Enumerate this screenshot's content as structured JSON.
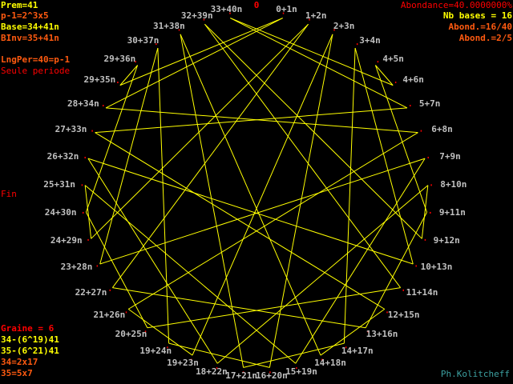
{
  "info_left": {
    "prem": "Prem=41",
    "p_minus_1": "p-1=2^3x5",
    "base": "Base=34+41n",
    "binv": "BInv=35+41n",
    "lngper": "LngPer=40=p-1",
    "seule": "Seule periode",
    "fin": "Fin"
  },
  "info_right": {
    "abondance": "Abondance=40.0000000%",
    "nb_bases": "Nb bases = 16",
    "abond_frac": "Abond.=16/40",
    "abond_reduced": "Abond.=2/5"
  },
  "info_bottom": {
    "graine": "Graine = 6",
    "eq1": "34-(6^19)41",
    "eq2": "35-(6^21)41",
    "f1": "34=2x17",
    "f2": "35=5x7"
  },
  "author": "Ph.Kolitcheff",
  "chart_data": {
    "type": "diagram",
    "modulus": 41,
    "multiplier": 34,
    "origin_label": "0",
    "point_labels": [
      "0+1n",
      "1+2n",
      "2+3n",
      "3+4n",
      "4+5n",
      "4+6n",
      "5+7n",
      "6+8n",
      "7+9n",
      "8+10n",
      "9+11n",
      "9+12n",
      "10+13n",
      "11+14n",
      "12+15n",
      "13+16n",
      "14+17n",
      "14+18n",
      "15+19n",
      "16+20n",
      "17+21n",
      "18+22n",
      "19+23n",
      "19+24n",
      "20+25n",
      "21+26n",
      "22+27n",
      "23+28n",
      "24+29n",
      "24+30n",
      "25+31n",
      "26+32n",
      "27+33n",
      "28+34n",
      "29+35n",
      "29+36n",
      "30+37n",
      "31+38n",
      "32+39n",
      "33+40n"
    ],
    "colors": {
      "line": "#ffff00",
      "marker": "#ff0000",
      "label": "#c0c0c0"
    }
  }
}
